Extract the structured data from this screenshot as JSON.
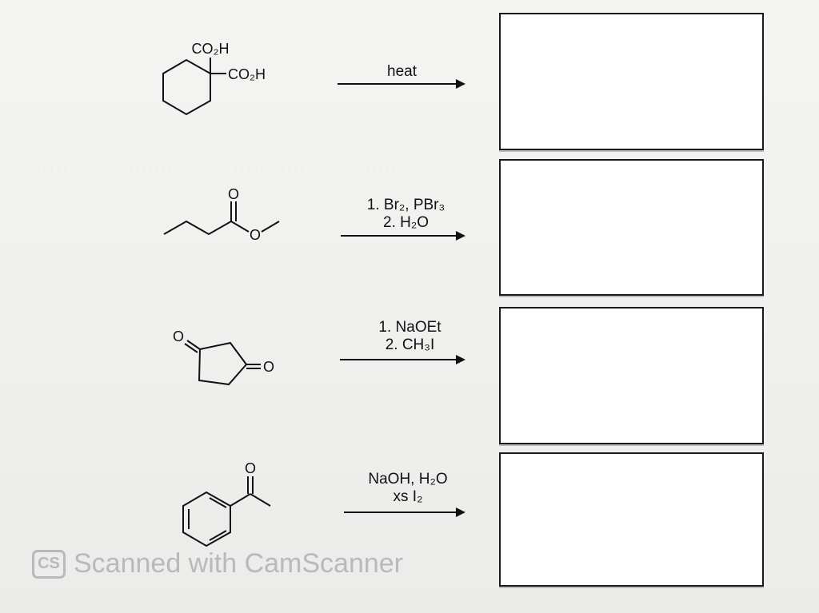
{
  "reactions": [
    {
      "id": "reaction-1",
      "start_material": {
        "substituent_1": "CO₂H",
        "substituent_2": "CO₂H"
      },
      "reagents": [
        "heat"
      ]
    },
    {
      "id": "reaction-2",
      "start_material": {
        "carbonyl_o": "O",
        "ester_o": "O"
      },
      "reagents": [
        "1. Br₂, PBr₃",
        "2. H₂O"
      ]
    },
    {
      "id": "reaction-3",
      "start_material": {
        "ketone_o_1": "O",
        "ketone_o_2": "O"
      },
      "reagents": [
        "1. NaOEt",
        "2. CH₃I"
      ]
    },
    {
      "id": "reaction-4",
      "start_material": {
        "ketone_o": "O"
      },
      "reagents": [
        "NaOH, H₂O",
        "xs I₂"
      ]
    }
  ],
  "watermark": {
    "logo_text": "CS",
    "text": "Scanned with CamScanner"
  }
}
